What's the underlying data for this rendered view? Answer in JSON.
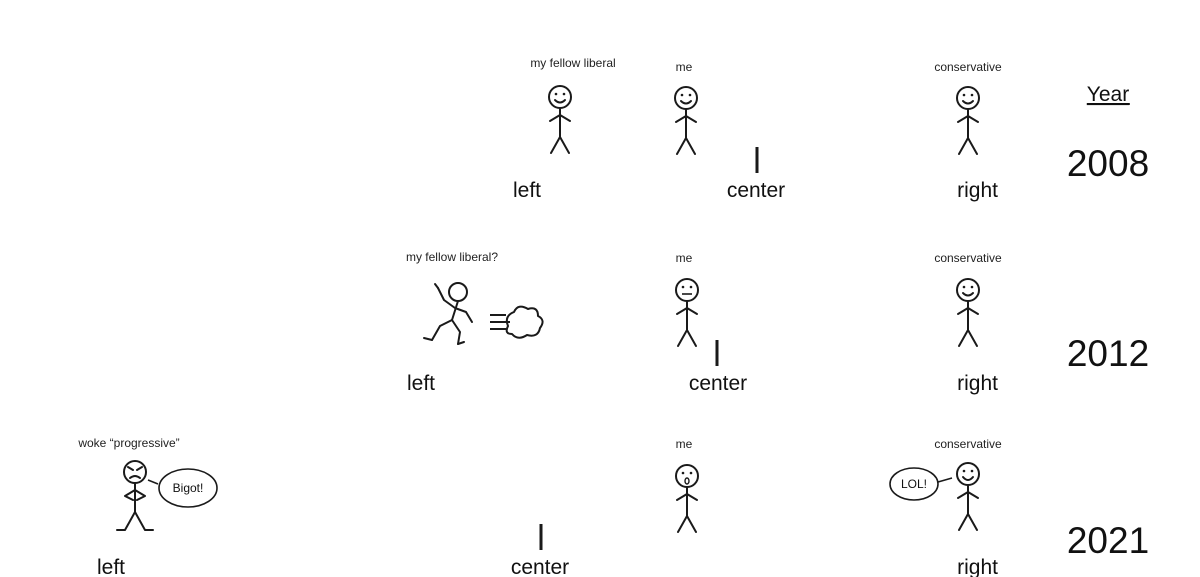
{
  "header": {
    "year_label": "Year"
  },
  "colors": {
    "left": "#4a6fb5",
    "right": "#c0504d",
    "ink": "#1a1a1a"
  },
  "rows": [
    {
      "year": "2008",
      "axis": {
        "left": "left",
        "center": "center",
        "right": "right"
      },
      "figures": {
        "liberal_label": "my fellow liberal",
        "me_label": "me",
        "conservative_label": "conservative"
      }
    },
    {
      "year": "2012",
      "axis": {
        "left": "left",
        "center": "center",
        "right": "right"
      },
      "figures": {
        "liberal_label": "my fellow liberal?",
        "me_label": "me",
        "conservative_label": "conservative"
      }
    },
    {
      "year": "2021",
      "axis": {
        "left": "left",
        "center": "center",
        "right": "right"
      },
      "figures": {
        "progressive_label": "woke “progressive”",
        "progressive_speech": "Bigot!",
        "me_label": "me",
        "conservative_label": "conservative",
        "conservative_speech": "LOL!"
      }
    }
  ]
}
